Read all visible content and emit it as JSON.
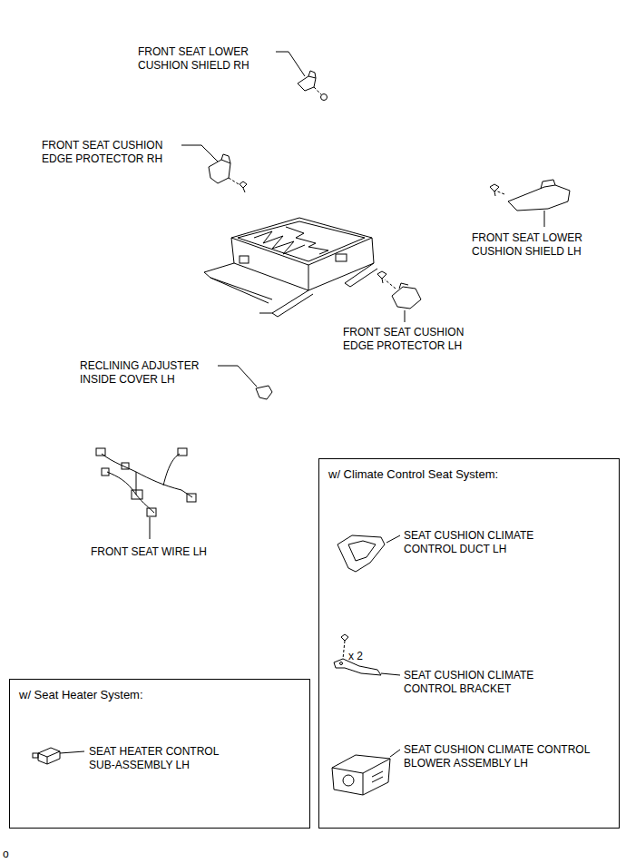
{
  "diagram": {
    "nodes": [
      {
        "text": [
          "w/ Climate Control Seat System:"
        ]
      },
      {
        "text": [
          "w/ Seat Heater System:"
        ]
      }
    ],
    "edges": [],
    "labels": [
      "FRONT SEAT LOWER CUSHION SHIELD RH",
      "FRONT SEAT CUSHION EDGE PROTECTOR RH",
      "FRONT SEAT LOWER CUSHION SHIELD LH",
      "FRONT SEAT CUSHION EDGE PROTECTOR LH",
      "RECLINING ADJUSTER INSIDE COVER LH",
      "FRONT SEAT WIRE LH",
      "SEAT CUSHION CLIMATE CONTROL DUCT LH",
      "x 2",
      "SEAT CUSHION CLIMATE CONTROL BRACKET",
      "SEAT CUSHION CLIMATE CONTROL BLOWER ASSEMBLY LH",
      "SEAT HEATER CONTROL SUB-ASSEMBLY LH",
      "o"
    ]
  }
}
